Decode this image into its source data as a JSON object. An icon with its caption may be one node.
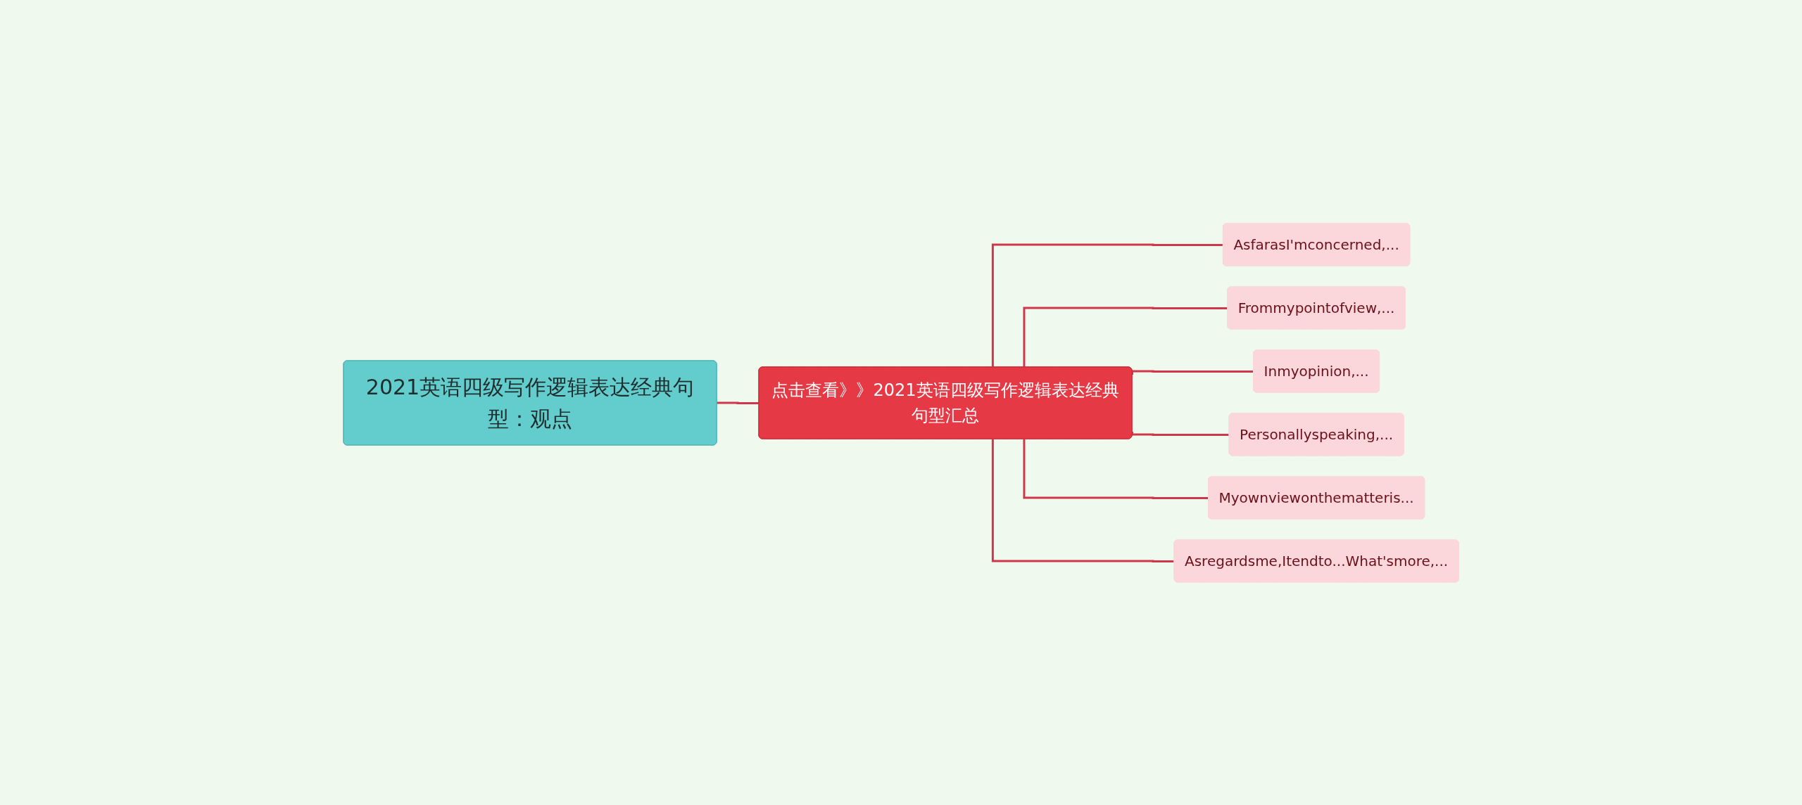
{
  "diagram": {
    "nodes": [
      {
        "text": [
          "2021英语四级写作逻辑表达经典句型：观点"
        ]
      },
      {
        "text": [
          "点击查看》》2021英语四级写作逻辑表达经典句型汇总"
        ]
      },
      {
        "text": [
          "AsfarasI'mconcerned,..."
        ]
      },
      {
        "text": [
          "Frommypointofview,..."
        ]
      },
      {
        "text": [
          "Inmyopinion,..."
        ]
      },
      {
        "text": [
          "Personallyspeaking,..."
        ]
      },
      {
        "text": [
          "Myownviewonthematteris..."
        ]
      },
      {
        "text": [
          "Asregardsme,Itendto...What'smore,..."
        ]
      }
    ],
    "edges": [
      {
        "from": 0,
        "to": 1,
        "arrow": "none"
      },
      {
        "from": 1,
        "to": 2,
        "arrow": "none"
      },
      {
        "from": 1,
        "to": 3,
        "arrow": "none"
      },
      {
        "from": 1,
        "to": 4,
        "arrow": "none"
      },
      {
        "from": 1,
        "to": 5,
        "arrow": "none"
      },
      {
        "from": 1,
        "to": 6,
        "arrow": "none"
      },
      {
        "from": 1,
        "to": 7,
        "arrow": "none"
      }
    ]
  }
}
